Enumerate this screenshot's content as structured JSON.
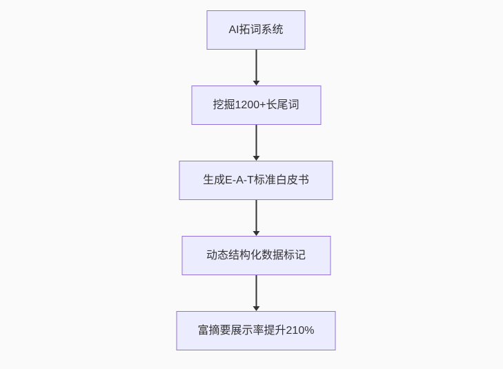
{
  "page": {
    "background": "#fafafa"
  },
  "flowchart": {
    "type": "flowchart",
    "direction": "top-down",
    "colors": {
      "node_fill": "#ECECFF",
      "node_border": "#9370DB",
      "text": "#333333",
      "arrow": "#333333"
    },
    "nodes": [
      {
        "id": "n1",
        "label": "AI拓词系统"
      },
      {
        "id": "n2",
        "label": "挖掘1200+长尾词"
      },
      {
        "id": "n3",
        "label": "生成E-A-T标准白皮书"
      },
      {
        "id": "n4",
        "label": "动态结构化数据标记"
      },
      {
        "id": "n5",
        "label": "富摘要展示率提升210%"
      }
    ],
    "edges": [
      {
        "from": "n1",
        "to": "n2"
      },
      {
        "from": "n2",
        "to": "n3"
      },
      {
        "from": "n3",
        "to": "n4"
      },
      {
        "from": "n4",
        "to": "n5"
      }
    ]
  }
}
